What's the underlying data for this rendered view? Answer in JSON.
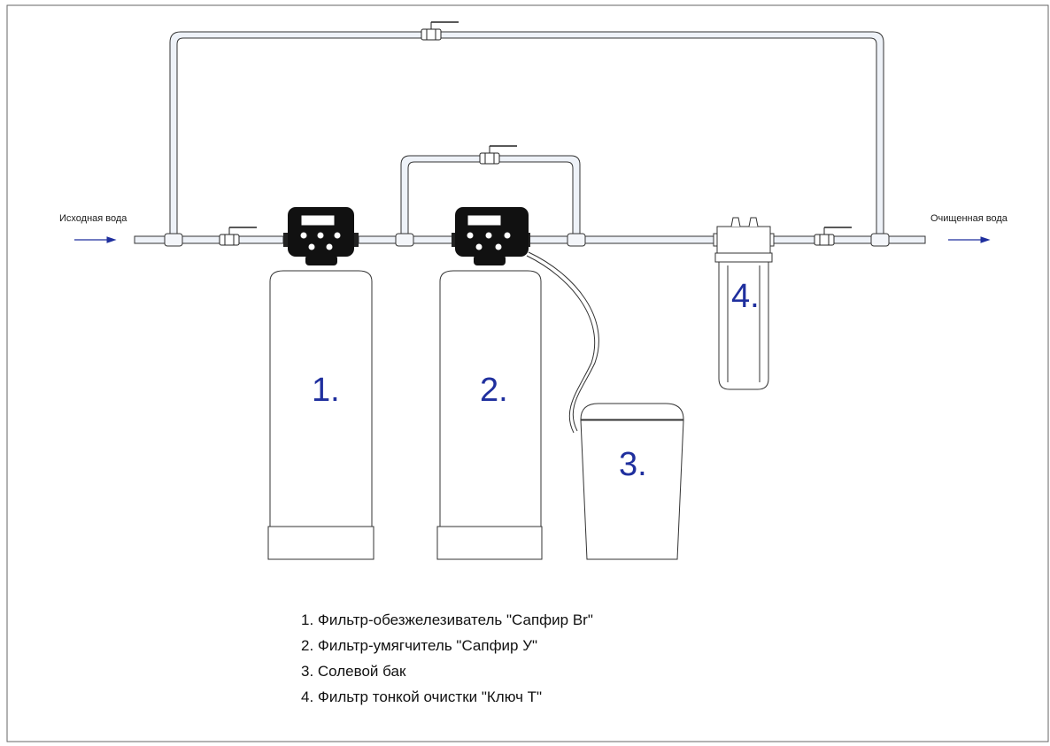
{
  "labels": {
    "source_water": "Исходная вода",
    "clean_water": "Очищенная вода"
  },
  "numbers": {
    "n1": "1.",
    "n2": "2.",
    "n3": "3.",
    "n4": "4."
  },
  "legend": {
    "item1": "1. Фильтр-обезжелезиватель \"Сапфир Br\"",
    "item2": "2. Фильтр-умягчитель \"Сапфир У\"",
    "item3": "3. Солевой бак",
    "item4": "4. Фильтр тонкой очистки \"Ключ Т\""
  },
  "colors": {
    "number": "#1f2f9e",
    "arrow": "#1f2f9e",
    "pipe_fill": "#eef2f8",
    "line": "#222222"
  }
}
